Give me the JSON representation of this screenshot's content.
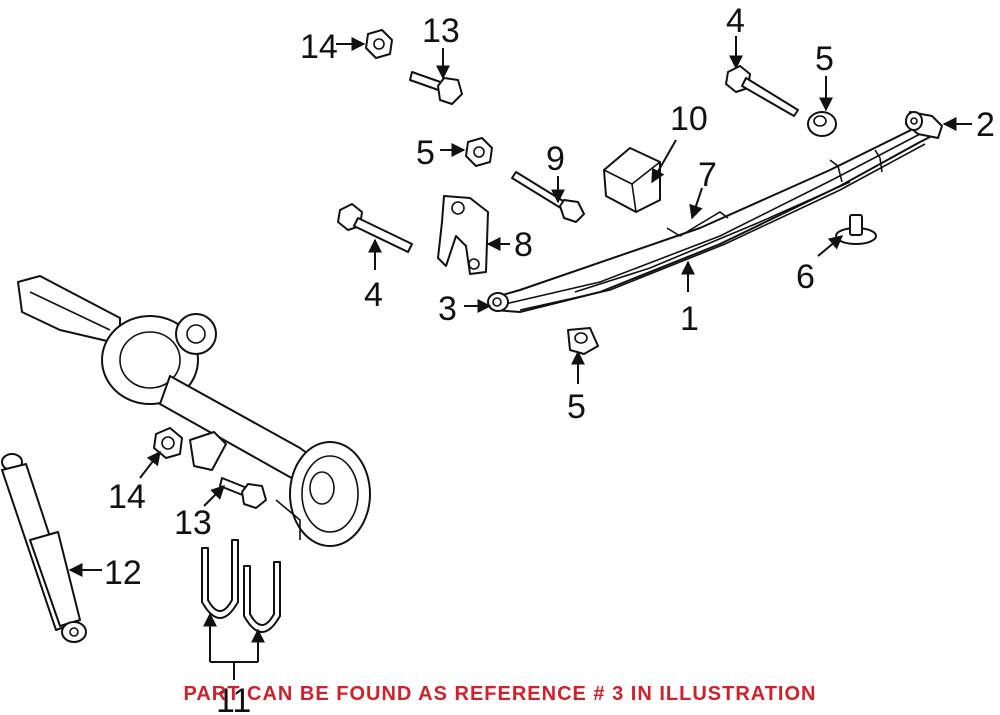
{
  "colors": {
    "line": "#111111",
    "notice": "#d0202a",
    "background": "#ffffff"
  },
  "callouts": [
    {
      "label": "14",
      "name": "callout-14-top"
    },
    {
      "label": "13",
      "name": "callout-13-top"
    },
    {
      "label": "4",
      "name": "callout-4-top"
    },
    {
      "label": "5",
      "name": "callout-5-top-right"
    },
    {
      "label": "2",
      "name": "callout-2"
    },
    {
      "label": "5",
      "name": "callout-5-mid"
    },
    {
      "label": "9",
      "name": "callout-9"
    },
    {
      "label": "10",
      "name": "callout-10"
    },
    {
      "label": "7",
      "name": "callout-7"
    },
    {
      "label": "8",
      "name": "callout-8"
    },
    {
      "label": "6",
      "name": "callout-6"
    },
    {
      "label": "4",
      "name": "callout-4-left"
    },
    {
      "label": "3",
      "name": "callout-3"
    },
    {
      "label": "1",
      "name": "callout-1"
    },
    {
      "label": "5",
      "name": "callout-5-bottom"
    },
    {
      "label": "14",
      "name": "callout-14-bottom"
    },
    {
      "label": "13",
      "name": "callout-13-bottom"
    },
    {
      "label": "12",
      "name": "callout-12"
    },
    {
      "label": "11",
      "name": "callout-11"
    }
  ],
  "notice": "PART CAN BE FOUND AS REFERENCE # 3 IN ILLUSTRATION"
}
